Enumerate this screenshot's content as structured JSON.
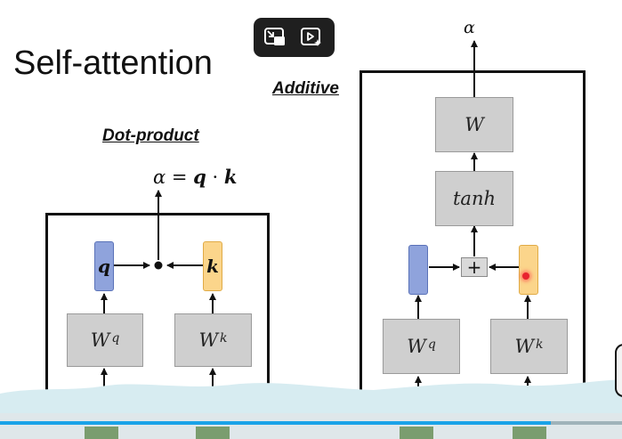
{
  "slide": {
    "title": "Self-attention",
    "dot_product": {
      "label": "Dot-product",
      "alpha": "α",
      "equals": "=",
      "q": "q",
      "dot": "·",
      "k": "k",
      "q_vec": "q",
      "k_vec": "k",
      "wq_base": "W",
      "wq_sup": "q",
      "wk_base": "W",
      "wk_sup": "k"
    },
    "additive": {
      "label": "Additive",
      "alpha": "α",
      "w_top": "W",
      "tanh": "tanh",
      "plus": "+",
      "wq_base": "W",
      "wq_sup": "q",
      "wk_base": "W",
      "wk_sup": "k"
    }
  },
  "toolbar": {
    "pip_icon": "picture-in-picture-icon",
    "ai_video_icon": "video-sparkle-icon",
    "bg_color": "#1f1f1f"
  },
  "colors": {
    "query_vector": "#8fa3dc",
    "key_vector": "#fbd58b",
    "weight_box": "#cfcfcf",
    "progress": "#1aa3e8",
    "laser": "#e8232f"
  },
  "player": {
    "progress_fraction": 0.885
  }
}
